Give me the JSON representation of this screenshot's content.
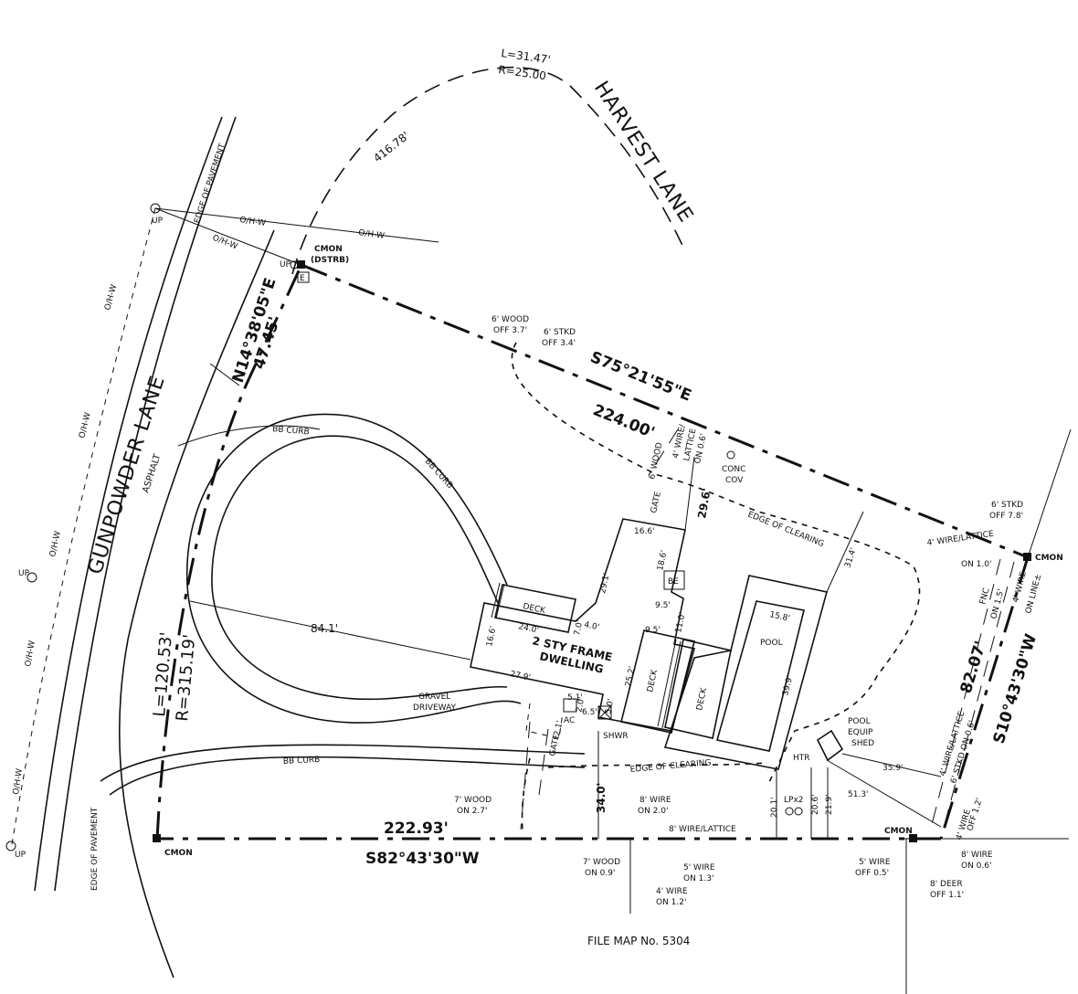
{
  "roads": {
    "gunpowder": "GUNPOWDER LANE",
    "harvest": "HARVEST LANE",
    "asphalt": "ASPHALT",
    "edge_pavement": "EDGE OF PAVEMENT"
  },
  "curve_top": {
    "length": "L=31.47'",
    "radius": "R=25.00",
    "chord": "416.78'"
  },
  "curve_left": {
    "length": "L=120.53'",
    "radius": "R=315.19'"
  },
  "bearings": {
    "north": {
      "bearing": "S75°21'55\"E",
      "distance": "224.00'"
    },
    "west": {
      "bearing": "N14°38'05\"E",
      "distance": "47.45'"
    },
    "east": {
      "bearing": "S10°43'30\"W",
      "distance": "82.07'"
    },
    "south": {
      "bearing": "S82°43'30\"W",
      "distance": "222.93'"
    }
  },
  "monuments": {
    "cmon": "CMON",
    "cmon_dstrb": "CMON\n(DSTRB)",
    "cmon_dstrb_l1": "CMON",
    "cmon_dstrb_l2": "(DSTRB)",
    "e_box": "E"
  },
  "utility": {
    "up": "UP",
    "oh": "O/H-W"
  },
  "building": {
    "label_1": "2 STY FRAME",
    "label_2": "DWELLING",
    "dims": [
      "16.6'",
      "29.1'",
      "18.6'",
      "9.5'",
      "9.5'",
      "11.0'",
      "25.2'",
      "27.9'",
      "24.0'",
      "16.6'",
      "7.0'",
      "4.0'",
      "2.1'",
      "5.1'",
      "2.0'",
      "6.5'",
      "5.0'"
    ],
    "be": "BE",
    "ac": "AC",
    "shwr": "SHWR"
  },
  "features": {
    "deck": "DECK",
    "pool": "POOL",
    "pool_w": "15.8'",
    "pool_l": "39.9'",
    "pool_shed_1": "POOL",
    "pool_shed_2": "EQUIP",
    "pool_shed_3": "SHED",
    "htr": "HTR",
    "lp": "LPx2",
    "conc_cov_1": "CONC",
    "conc_cov_2": "COV",
    "gravel_1": "GRAVEL",
    "gravel_2": "DRIVEWAY",
    "bb_curb": "BB CURB",
    "edge_clearing": "EDGE OF CLEARING",
    "gate": "GATE"
  },
  "offsets": {
    "d_84_1": "84.1'",
    "d_29_6": "29.6'",
    "d_31_4": "31.4'",
    "d_35_9": "35.9'",
    "d_51_3": "51.3'",
    "d_34_0": "34.0'",
    "d_20_1": "20.1'",
    "d_20_6": "20.6'",
    "d_21_9": "21.9'"
  },
  "fences": {
    "f1_l1": "6' WOOD",
    "f1_l2": "OFF 3.7'",
    "f2_l1": "6' STKD",
    "f2_l2": "OFF 3.4'",
    "f3_l1": "6' STKD",
    "f3_l2": "OFF 7.8'",
    "f4_l1": "4' WIRE/LATTICE",
    "f4_l2": "ON 1.0'",
    "f5_l1": "4' WIRE/",
    "f5_l2": "LATTICE",
    "f5_l3": "ON 0.6'",
    "f6": "6' WOOD",
    "f7_l1": "FNC",
    "f7_l2": "ON 1.5'",
    "f8_l1": "4' WIRE",
    "f8_l2": "ON LINE±",
    "f9_l1": "4' WIRE/LATTICE",
    "f9_l2": "6' STKD ON 0.6'",
    "f10_l1": "4' WIRE",
    "f10_l2": "OFF 1.2'",
    "f11_l1": "7' WOOD",
    "f11_l2": "ON 2.7'",
    "f12_l1": "8' WIRE",
    "f12_l2": "ON 2.0'",
    "f13": "8' WIRE/LATTICE",
    "f14_l1": "7' WOOD",
    "f14_l2": "ON 0.9'",
    "f15_l1": "5' WIRE",
    "f15_l2": "ON 1.3'",
    "f16_l1": "4' WIRE",
    "f16_l2": "ON 1.2'",
    "f17_l1": "5' WIRE",
    "f17_l2": "OFF 0.5'",
    "f18_l1": "8' DEER",
    "f18_l2": "OFF 1.1'",
    "f19_l1": "8' WIRE",
    "f19_l2": "ON 0.6'"
  },
  "file_map": "FILE MAP No. 5304"
}
